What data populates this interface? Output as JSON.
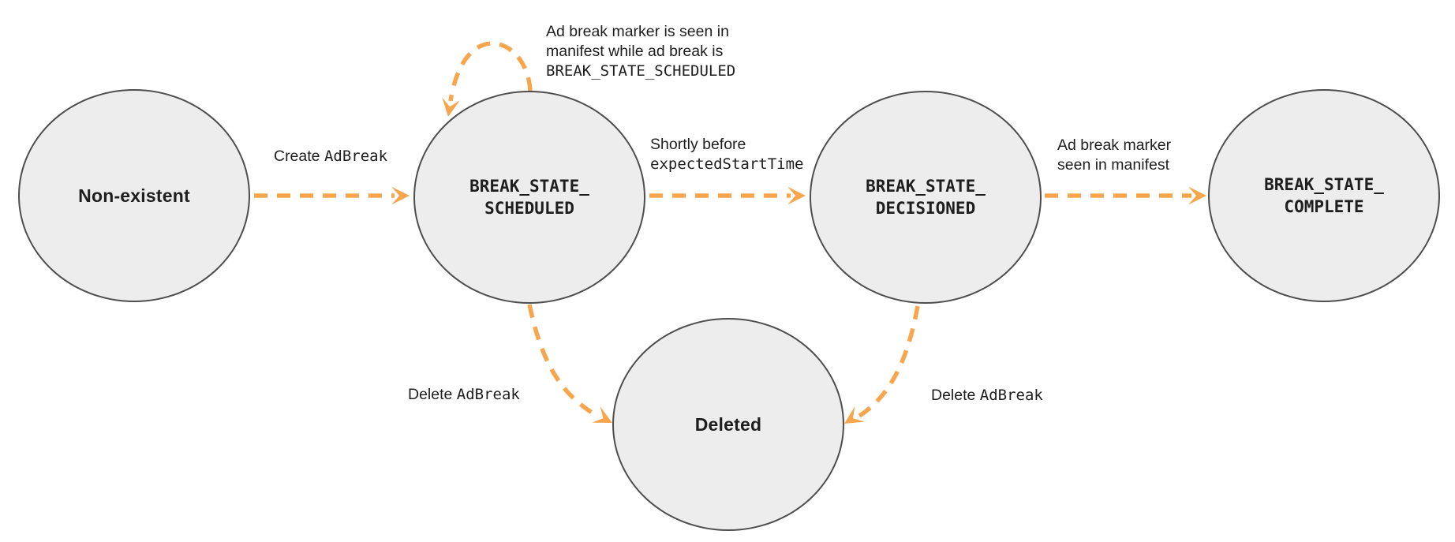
{
  "colors": {
    "arrow": "#F8A64D",
    "node_fill": "#EDEDED",
    "node_border": "#4E4E4E",
    "text": "#1E1E1E"
  },
  "states": {
    "non_existent": {
      "label": "Non-existent"
    },
    "scheduled": {
      "line1": "BREAK_STATE_",
      "line2": "SCHEDULED"
    },
    "decisioned": {
      "line1": "BREAK_STATE_",
      "line2": "DECISIONED"
    },
    "complete": {
      "line1": "BREAK_STATE_",
      "line2": "COMPLETE"
    },
    "deleted": {
      "label": "Deleted"
    }
  },
  "transitions": {
    "create": {
      "text": "Create ",
      "code": "AdBreak"
    },
    "self_loop": {
      "line1": "Ad break marker is seen in",
      "line2": "manifest while ad break is",
      "code": "BREAK_STATE_SCHEDULED"
    },
    "decision": {
      "text": "Shortly before",
      "code": "expectedStartTime"
    },
    "complete": {
      "line1": "Ad break marker",
      "line2": "seen in manifest"
    },
    "delete_scheduled": {
      "text": "Delete ",
      "code": "AdBreak"
    },
    "delete_decisioned": {
      "text": "Delete ",
      "code": "AdBreak"
    }
  }
}
